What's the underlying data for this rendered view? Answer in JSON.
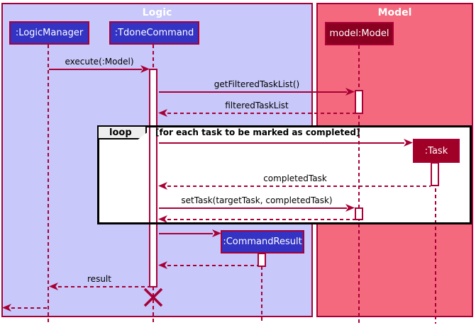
{
  "colors": {
    "line": "#A80036",
    "logic-bg": "#C8C8FA",
    "model-bg": "#F4697D",
    "logic-box": "#3333C4",
    "model-box": "#8B0021",
    "task-box": "#A00026",
    "loop-border": "#000000",
    "loop-tab-bg": "#EEEEEE",
    "text": "#000000",
    "box-text": "#FFFFFF"
  },
  "frames": {
    "logic": {
      "label": "Logic"
    },
    "model": {
      "label": "Model"
    }
  },
  "participants": {
    "logic_manager": {
      "label": ":LogicManager"
    },
    "tdone_command": {
      "label": ":TdoneCommand"
    },
    "model": {
      "label": "model:Model"
    },
    "task": {
      "label": ":Task"
    },
    "command_result": {
      "label": ":CommandResult"
    }
  },
  "loop": {
    "operator": "loop",
    "condition": "[for each task to be marked as completed]"
  },
  "messages": {
    "execute": {
      "label": "execute(:Model)"
    },
    "get_filtered_task_list": {
      "label": "getFilteredTaskList()"
    },
    "filtered_task_list": {
      "label": "filteredTaskList"
    },
    "completed_task": {
      "label": "completedTask"
    },
    "set_task": {
      "label": "setTask(targetTask, completedTask)"
    },
    "result": {
      "label": "result"
    }
  }
}
